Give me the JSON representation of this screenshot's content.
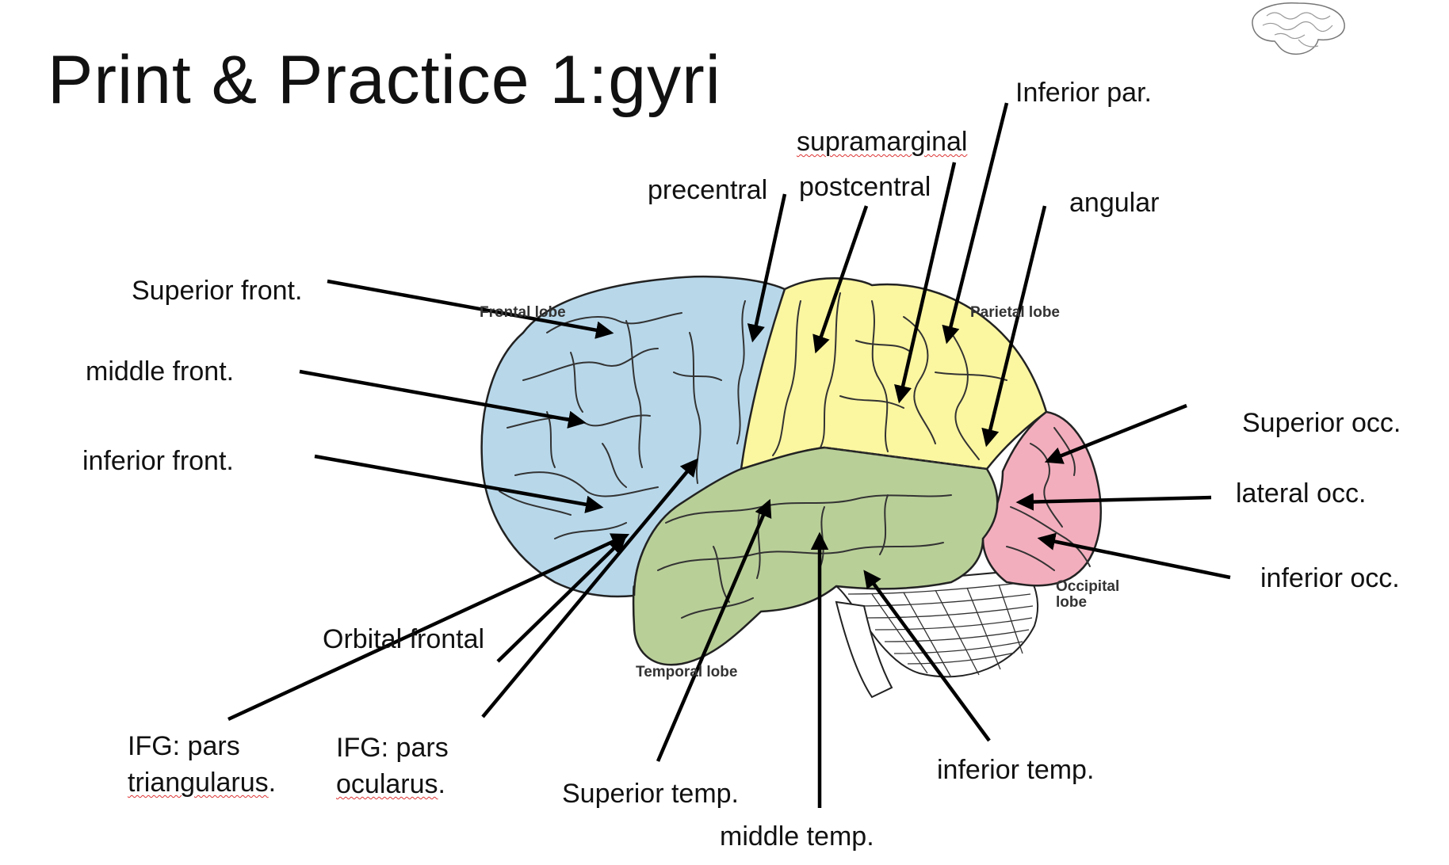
{
  "title": "Print & Practice 1:gyri",
  "lobes": {
    "frontal": "Frontal lobe",
    "parietal": "Parietal lobe",
    "temporal": "Temporal lobe",
    "occipital_1": "Occipital",
    "occipital_2": "lobe"
  },
  "labels": {
    "inferior_par": "Inferior par.",
    "supramarginal": "supramarginal",
    "precentral": "precentral",
    "postcentral": "postcentral",
    "angular": "angular",
    "superior_front": "Superior front.",
    "middle_front": "middle front.",
    "inferior_front": "inferior front.",
    "superior_occ": "Superior occ.",
    "lateral_occ": "lateral occ.",
    "inferior_occ": "inferior occ.",
    "orbital_frontal": "Orbital frontal",
    "ifg_triangularus_1": "IFG: pars",
    "ifg_triangularus_2": "triangularus",
    "ifg_oculorus_1": "IFG: pars",
    "ifg_oculorus_2": "ocularus",
    "superior_temp": "Superior temp.",
    "middle_temp": "middle temp.",
    "inferior_temp": "inferior temp.",
    "period": "."
  },
  "colors": {
    "frontal": "#b8d8ea",
    "parietal": "#fbf6a0",
    "temporal": "#b9cf98",
    "occipital": "#f3aebd",
    "arrow": "#000000"
  }
}
